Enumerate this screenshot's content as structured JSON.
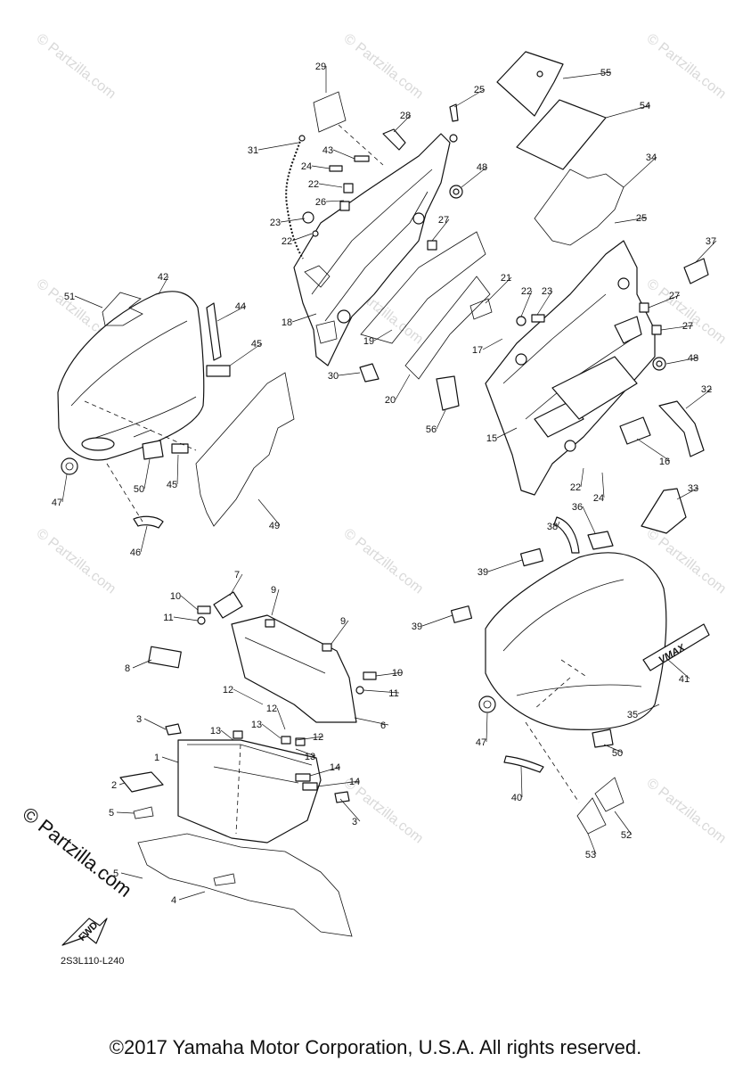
{
  "watermark": "© Partzilla.com",
  "brand_mark": "© Partzilla.com",
  "diagram_code": "2S3L110-L240",
  "copyright": "©2017 Yamaha Motor Corporation, U.S.A. All rights reserved.",
  "fwd_label": "FWD",
  "emblem_text": "VMAX",
  "callouts": [
    "1",
    "2",
    "3",
    "3",
    "4",
    "5",
    "5",
    "6",
    "7",
    "8",
    "9",
    "9",
    "10",
    "10",
    "11",
    "11",
    "12",
    "12",
    "12",
    "13",
    "13",
    "13",
    "14",
    "14",
    "15",
    "16",
    "17",
    "18",
    "19",
    "20",
    "21",
    "22",
    "22",
    "22",
    "22",
    "23",
    "23",
    "24",
    "24",
    "25",
    "25",
    "26",
    "27",
    "27",
    "27",
    "28",
    "29",
    "30",
    "31",
    "32",
    "33",
    "34",
    "35",
    "36",
    "37",
    "38",
    "39",
    "39",
    "40",
    "41",
    "42",
    "43",
    "44",
    "45",
    "45",
    "46",
    "47",
    "47",
    "48",
    "48",
    "49",
    "50",
    "50",
    "51",
    "52",
    "53",
    "54",
    "55",
    "56"
  ]
}
